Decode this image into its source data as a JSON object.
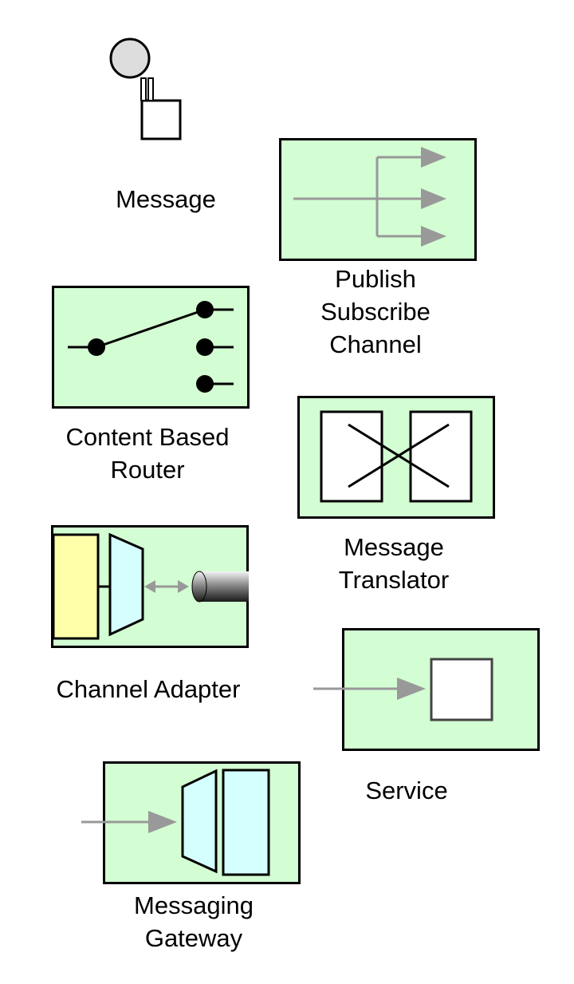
{
  "items": {
    "message": {
      "lines": [
        "Message"
      ]
    },
    "publish_subscribe": {
      "lines": [
        "Publish",
        "Subscribe",
        "Channel"
      ]
    },
    "content_based_router": {
      "lines": [
        "Content Based",
        "Router"
      ]
    },
    "message_translator": {
      "lines": [
        "Message",
        "Translator"
      ]
    },
    "channel_adapter": {
      "lines": [
        "Channel Adapter"
      ]
    },
    "service": {
      "lines": [
        "Service"
      ]
    },
    "messaging_gateway": {
      "lines": [
        "Messaging",
        "Gateway"
      ]
    }
  },
  "colors": {
    "box_fill": "#d3fdd3",
    "stroke": "#000000",
    "arrow_gray": "#999999",
    "message_head": "#dddddd",
    "adapter_yellow": "#ffffaa",
    "adapter_cyan": "#d5ffff"
  }
}
